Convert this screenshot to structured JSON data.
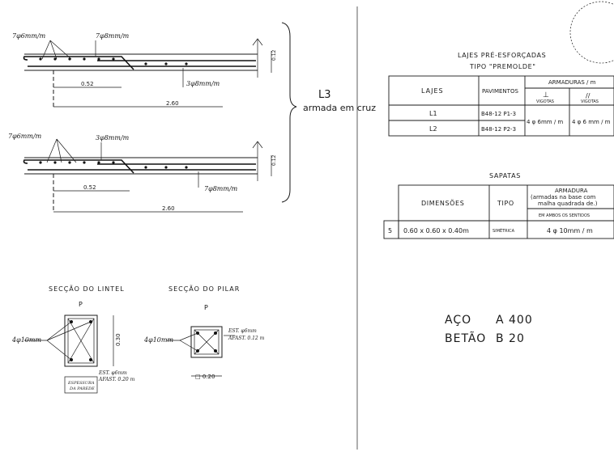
{
  "slabs": {
    "top": {
      "top_bars": "7φ6mm/m",
      "top_bars_2": "7φ8mm/m",
      "bottom_bars": "3φ8mm/m",
      "depth": "0.12",
      "span_short": "0.52",
      "span_long": "2.60"
    },
    "bottom": {
      "top_bars": "7φ6mm/m",
      "top_bars_2": "3φ8mm/m",
      "bottom_bars": "7φ8mm/m",
      "depth": "0.12",
      "span_short": "0.52",
      "span_long": "2.60"
    },
    "group_label": "L3",
    "group_caption": "armada em cruz"
  },
  "lintel_section": {
    "title": "SECÇÃO DO LINTEL",
    "top_label": "P",
    "bars": "4φ10mm",
    "height": "0.30",
    "stirrups": "EST. φ6mm",
    "stirrup_spacing": "AFAST. 0.20 m",
    "width_note_1": "ESPESSURA",
    "width_note_2": "DA PAREDE"
  },
  "pillar_section": {
    "title": "SECÇÃO DO PILAR",
    "top_label": "P",
    "bars": "4φ10mm",
    "stirrups": "EST. φ6mm",
    "stirrup_spacing": "AFAST. 0.12 m",
    "size": "□ 0.20"
  },
  "lajes_table": {
    "title": "LAJES PRÉ-ESFORÇADAS",
    "subtitle": "TIPO \"PREMOLDE\"",
    "headers": {
      "lajes": "LAJES",
      "pavimentos": "PAVIMENTOS",
      "armaduras": "ARMADURAS / m",
      "perp_symbol": "⊥",
      "par_symbol": "//",
      "vigotas_1": "VIGOTAS",
      "vigotas_2": "VIGOTAS"
    },
    "rows": [
      {
        "laje": "L1",
        "pavimentos": "B48-12 P1-3"
      },
      {
        "laje": "L2",
        "pavimentos": "B48-12 P2-3"
      }
    ],
    "armadura_perp": "4 φ 6mm / m",
    "armadura_par": "4 φ 6 mm / m"
  },
  "sapatas_table": {
    "title": "SAPATAS",
    "headers": {
      "dimensoes": "DIMENSÕES",
      "tipo": "TIPO",
      "armadura_1": "ARMADURA",
      "armadura_2": "(armadas na base com",
      "armadura_3": "malha quadrada de.)",
      "sentidos": "EM AMBOS OS SENTIDOS"
    },
    "row": {
      "index": "5",
      "dimensoes": "0.60 x 0.60 x 0.40m",
      "tipo": "SIMÉTRICA",
      "armadura": "4 φ 10mm / m"
    }
  },
  "materials": [
    {
      "label": "AÇO",
      "value": "A 400"
    },
    {
      "label": "BETÃO",
      "value": "B 20"
    }
  ]
}
